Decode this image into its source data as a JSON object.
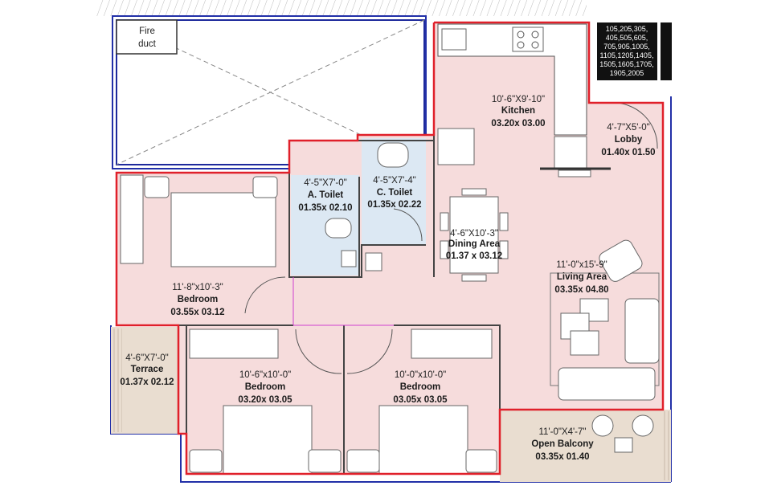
{
  "unit_list": [
    "105,205,305,",
    "405,505,605,",
    "705,905,1005,",
    "1105,1205,1405,",
    "1505,1605,1705,",
    "1905,2005"
  ],
  "fire_duct": {
    "line1": "Fire",
    "line2": "duct"
  },
  "rooms": {
    "kitchen": {
      "dims": "10'-6\"X9'-10\"",
      "name": "Kitchen",
      "size": "03.20x 03.00"
    },
    "lobby": {
      "dims": "4'-7\"X5'-0\"",
      "name": "Lobby",
      "size": "01.40x 01.50"
    },
    "a_toilet": {
      "dims": "4'-5\"X7'-0\"",
      "name": "A. Toilet",
      "size": "01.35x 02.10"
    },
    "c_toilet": {
      "dims": "4'-5\"X7'-4\"",
      "name": "C. Toilet",
      "size": "01.35x 02.22"
    },
    "dining": {
      "dims": "4'-6\"X10'-3\"",
      "name": "Dining Area",
      "size": "01.37 x 03.12"
    },
    "living": {
      "dims": "11'-0\"x15'-9\"",
      "name": "Living Area",
      "size": "03.35x 04.80"
    },
    "bedroom_main": {
      "dims": "11'-8\"x10'-3\"",
      "name": "Bedroom",
      "size": "03.55x 03.12"
    },
    "terrace": {
      "dims": "4'-6\"X7'-0\"",
      "name": "Terrace",
      "size": "01.37x 02.12"
    },
    "bedroom_2": {
      "dims": "10'-6\"x10'-0\"",
      "name": "Bedroom",
      "size": "03.20x 03.05"
    },
    "bedroom_3": {
      "dims": "10'-0\"x10'-0\"",
      "name": "Bedroom",
      "size": "03.05x 03.05"
    },
    "balcony": {
      "dims": "11'-0\"X4'-7\"",
      "name": "Open Balcony",
      "size": "03.35x 01.40"
    }
  },
  "colors": {
    "room_fill": "#f6dcdc",
    "toilet_fill": "#dce8f3",
    "terrace_fill": "#e9ddd0",
    "unit_outline": "#e0202a",
    "outer_outline": "#2230a8",
    "unit_list_bg": "#111111"
  }
}
